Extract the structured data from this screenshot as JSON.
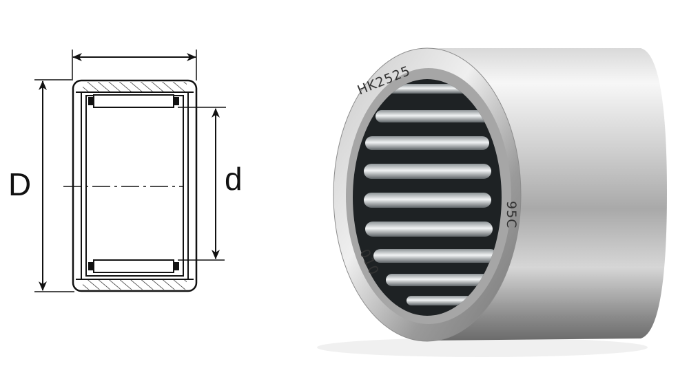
{
  "diagram": {
    "outer_diameter_label": "D",
    "inner_diameter_label": "d"
  },
  "photo": {
    "markings": {
      "model": "HK2525",
      "code": "95C",
      "batch": "010"
    }
  },
  "colors": {
    "line": "#111111",
    "steel_light": "#f2f2f2",
    "steel_mid": "#b8b8b8",
    "steel_dark": "#6e6e6e",
    "interior": "#1e2224"
  }
}
